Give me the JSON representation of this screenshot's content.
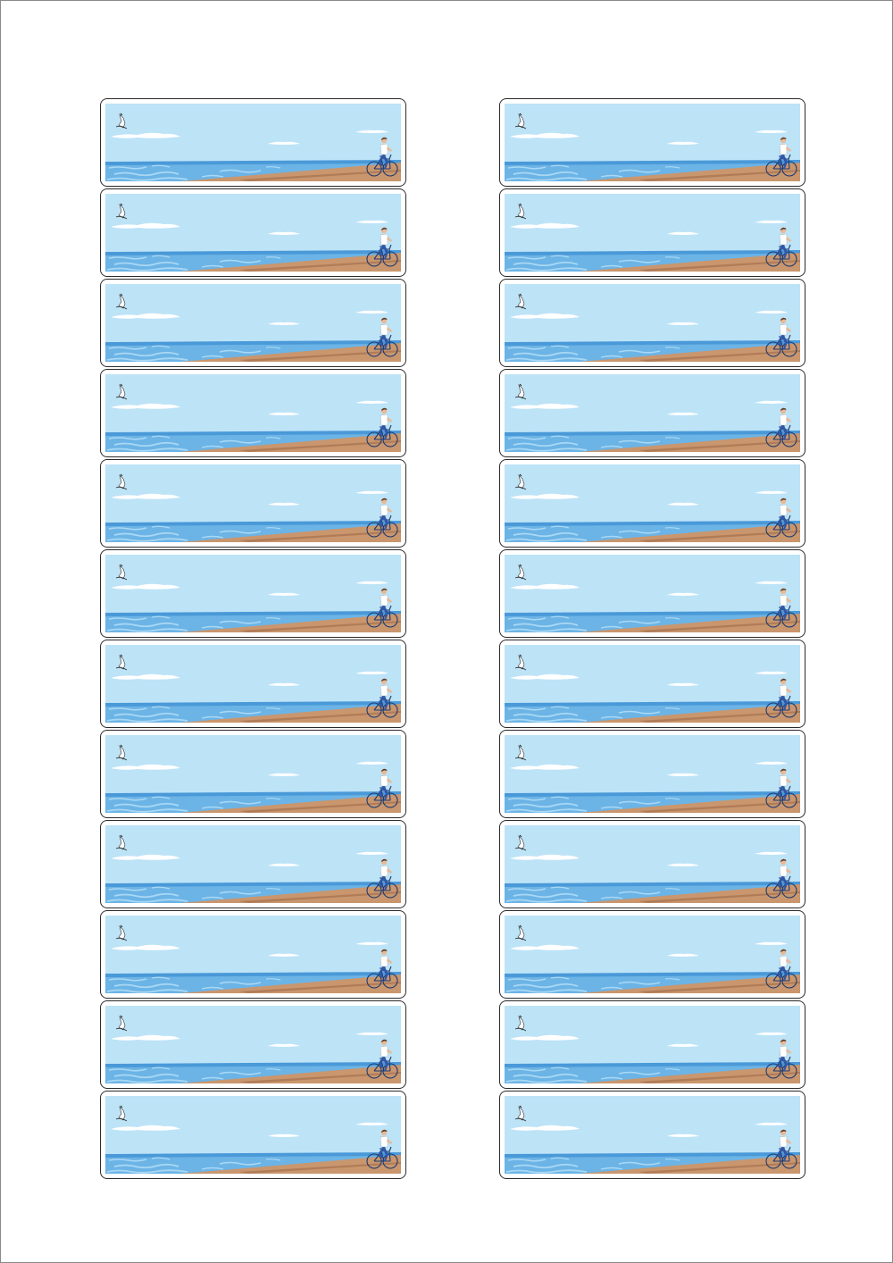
{
  "sheet": {
    "columns": 2,
    "rows": 12,
    "label_count": 24
  },
  "illustration": {
    "elements": [
      "seagull-icon",
      "cloud",
      "sea",
      "waves",
      "beach",
      "cyclist-icon",
      "bicycle-icon"
    ],
    "colors": {
      "sky": "#bde3f7",
      "sea": "#6cb4e6",
      "sea_dark": "#4a99d8",
      "wave": "#a9d8f4",
      "sand": "#c9966e",
      "sand_dark": "#b07c58",
      "cloud": "#ffffff",
      "shirt": "#ffffff",
      "pants": "#2f57a8",
      "skin": "#e8b996",
      "hair": "#5a3b2a",
      "bike": "#1e3a6e",
      "border": "#2b2b2b"
    }
  }
}
